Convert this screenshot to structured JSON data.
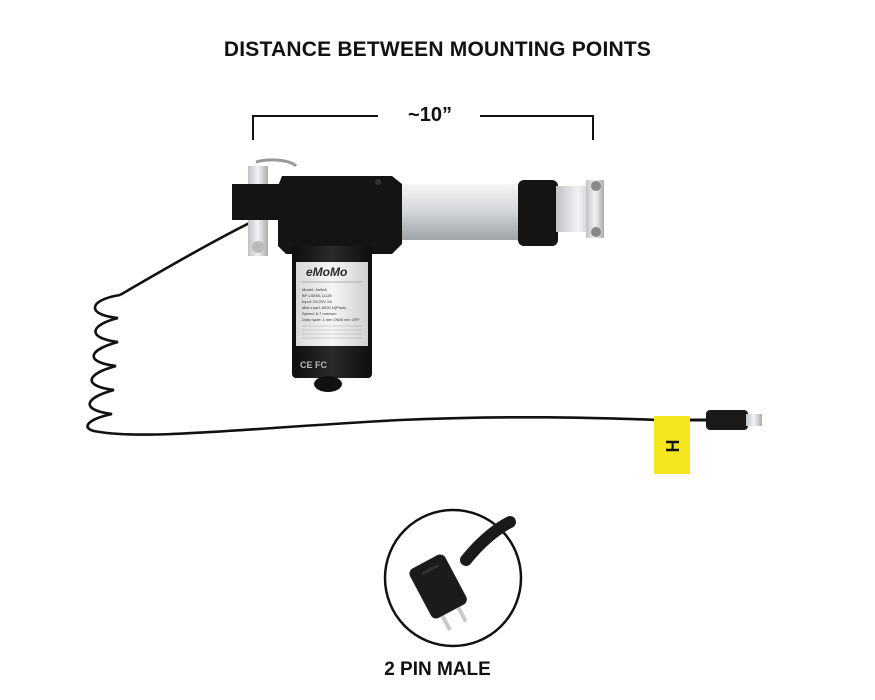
{
  "heading": "DISTANCE BETWEEN MOUNTING POINTS",
  "dimension": "~10”",
  "actuator_label": {
    "brand": "eMoMo",
    "lines": [
      "Model: Jw9n6",
      "BP-L5265-11128",
      "Input: DC29V 2A",
      "Max.Load: 8000 N(Push)",
      "Speed: 6.7 mm/sec",
      "Duty cycle: 1 min ON/6 min OFF"
    ],
    "marks": "CE FC"
  },
  "connector_tag": "H",
  "inset_caption": "2 PIN MALE",
  "colors": {
    "actuator_body": "#1b1b1b",
    "rod": "#d9dcde",
    "tag": "#f4e51c",
    "text": "#111111"
  }
}
